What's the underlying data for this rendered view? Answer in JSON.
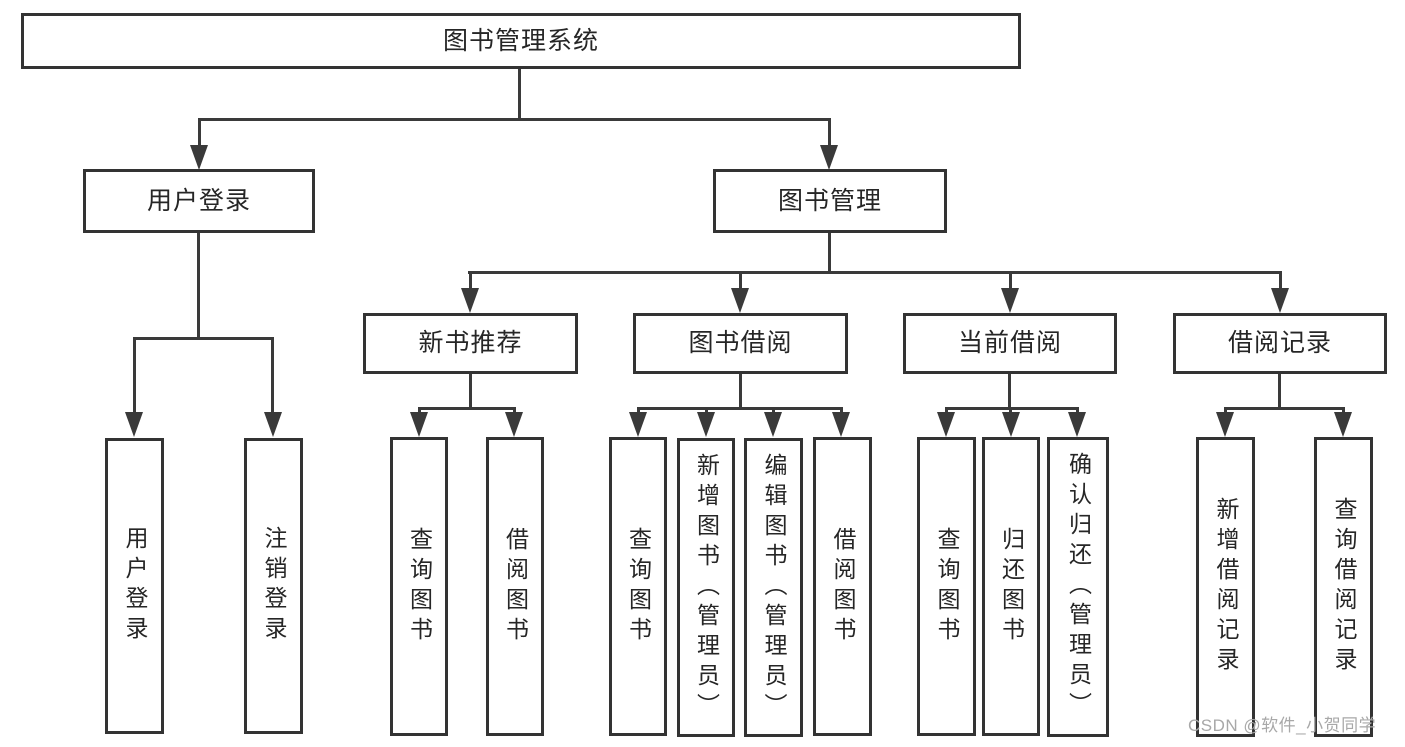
{
  "diagram": {
    "type": "tree-structure-diagram",
    "colors": {
      "line": "#3a3a3a",
      "border": "#333333",
      "text": "#262626",
      "watermark": "#a8a8a8",
      "background": "#ffffff"
    },
    "nodes": {
      "root": {
        "label": "图书管理系统"
      },
      "level2": [
        {
          "label": "用户登录",
          "children": [
            "用户登录",
            "注销登录"
          ]
        },
        {
          "label": "图书管理"
        }
      ],
      "level3": [
        {
          "label": "新书推荐",
          "children": [
            "查询图书",
            "借阅图书"
          ]
        },
        {
          "label": "图书借阅",
          "children": [
            "查询图书",
            "新增图书（管理员）",
            "编辑图书（管理员）",
            "借阅图书"
          ]
        },
        {
          "label": "当前借阅",
          "children": [
            "查询图书",
            "归还图书",
            "确认归还（管理员）"
          ]
        },
        {
          "label": "借阅记录",
          "children": [
            "新增借阅记录",
            "查询借阅记录"
          ]
        }
      ]
    },
    "watermark": "CSDN @软件_小贺同学"
  }
}
